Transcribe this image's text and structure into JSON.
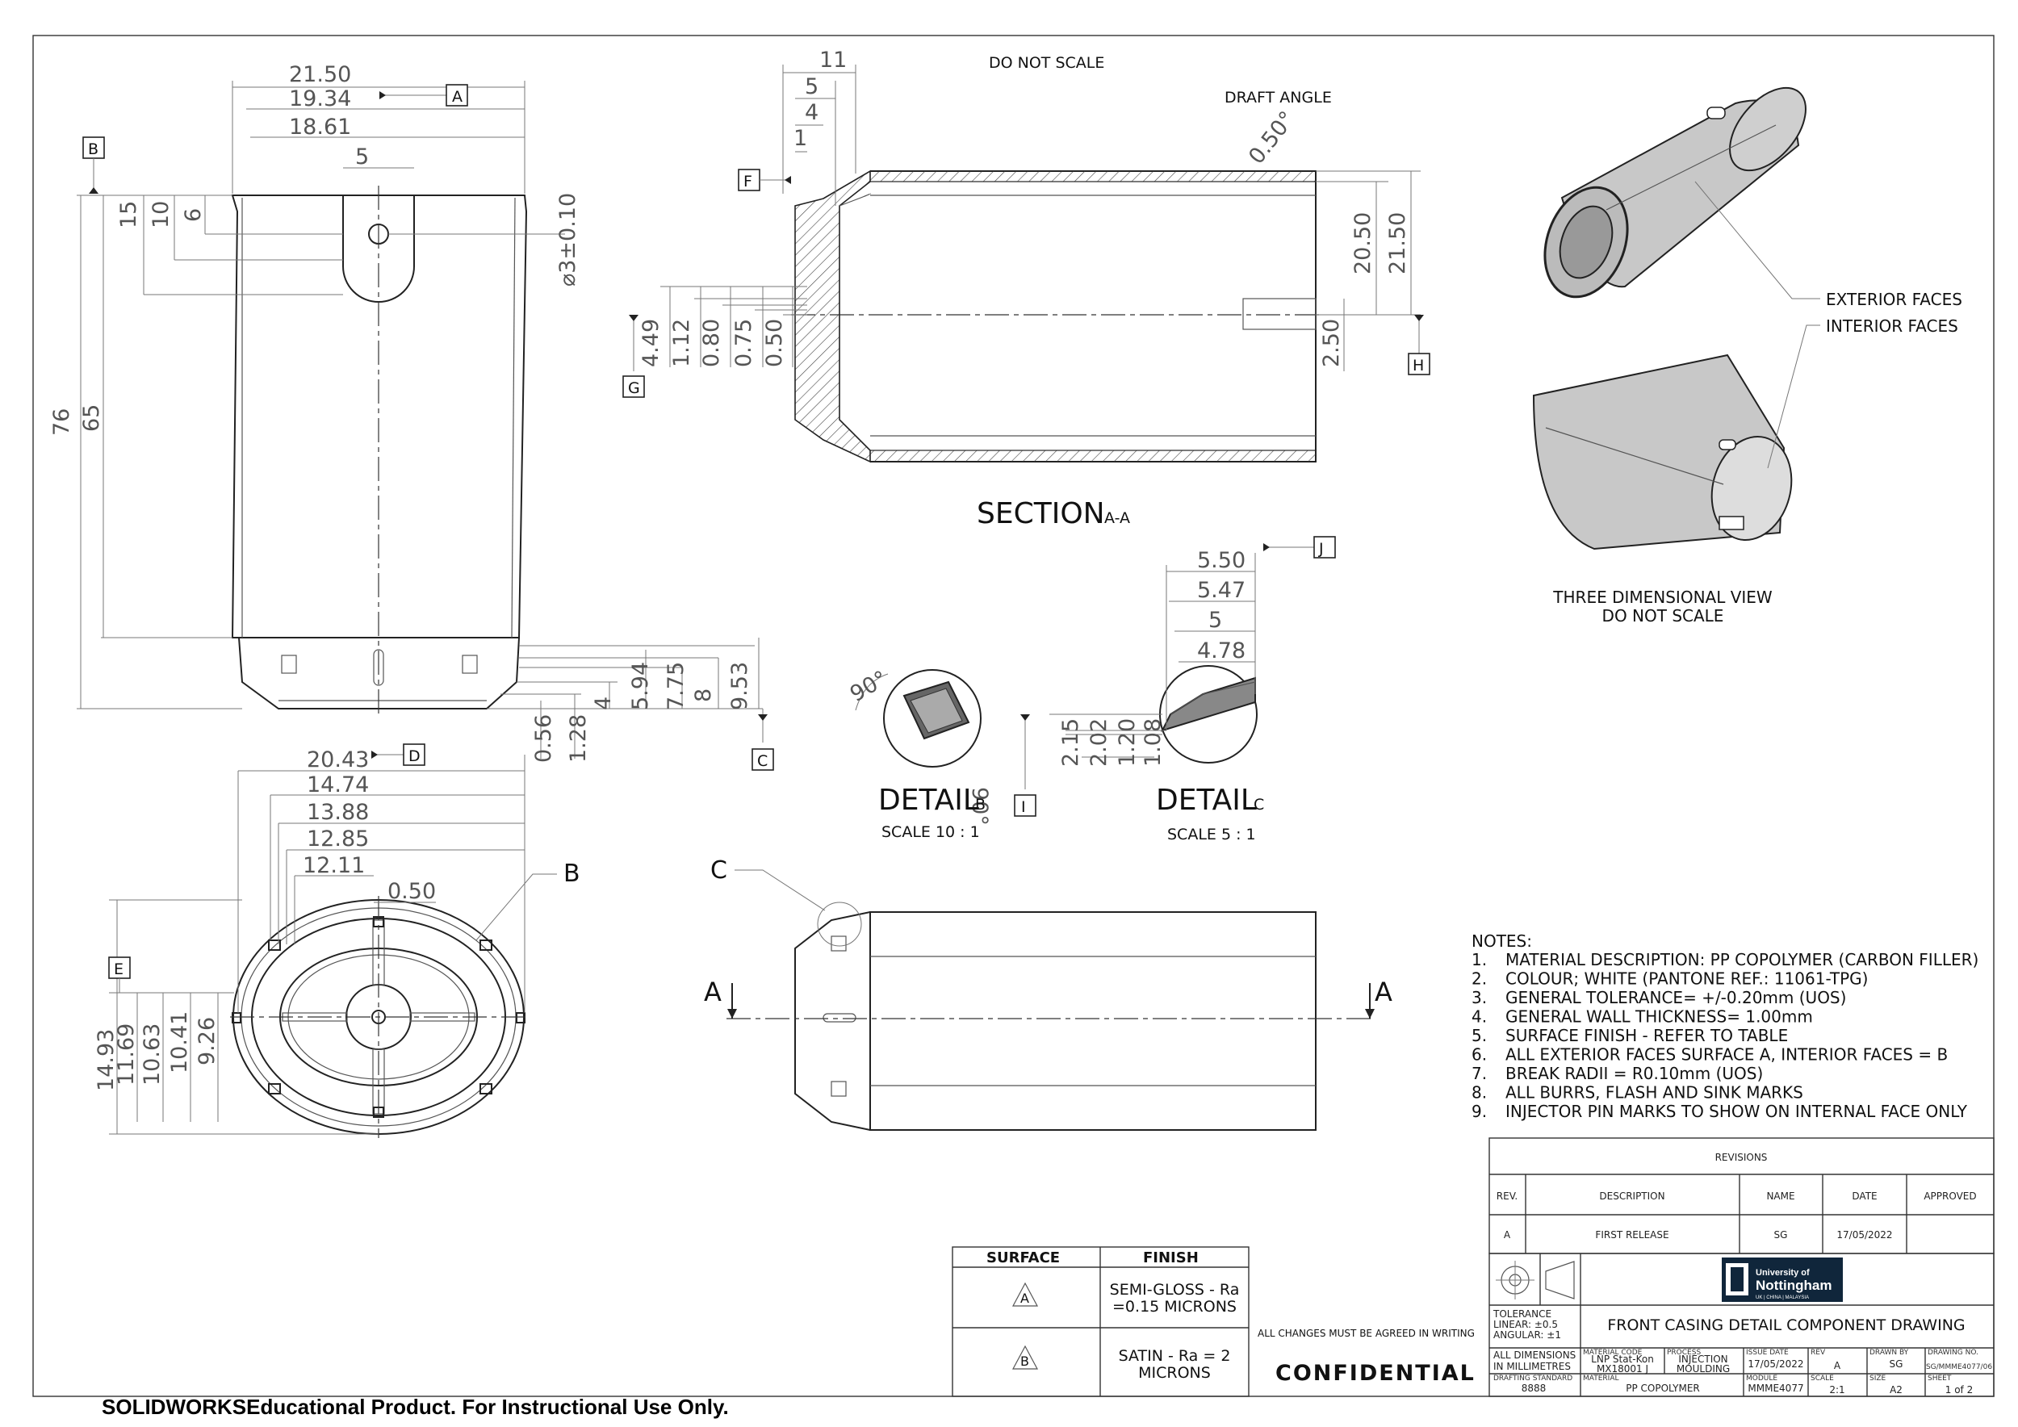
{
  "header": {
    "do_not_scale": "DO NOT SCALE",
    "draft_angle": "DRAFT ANGLE",
    "draft_angle_value": "0.50°"
  },
  "front_view": {
    "dims": {
      "w1": "21.50",
      "w2": "19.34",
      "w3": "18.61",
      "w4": "5",
      "h76": "76",
      "h65": "65",
      "h15": "15",
      "h10": "10",
      "h6": "6",
      "hole": "⌀3±0.10"
    },
    "bottom_dims": [
      "0.56",
      "1.28",
      "4",
      "5.94",
      "7.75",
      "8",
      "9.53"
    ],
    "labels": {
      "a": "A",
      "b": "B",
      "c": "C"
    }
  },
  "section": {
    "title": "SECTION",
    "title_suffix": "A-A",
    "top_dims": [
      "11",
      "5",
      "4",
      "1"
    ],
    "left_dims": [
      "4.49",
      "1.12",
      "0.80",
      "0.75",
      "0.50"
    ],
    "right_dims": [
      "20.50",
      "21.50",
      "2.50"
    ],
    "labels": {
      "f": "F",
      "g": "G",
      "h": "H"
    }
  },
  "detail_b": {
    "title": "DETAIL",
    "suffix": "B",
    "scale": "SCALE 10 : 1",
    "angle1": "90°",
    "angle2": "90°"
  },
  "detail_c": {
    "title": "DETAIL",
    "suffix": "C",
    "scale": "SCALE 5 : 1",
    "top_dims": [
      "5.50",
      "5.47",
      "5",
      "4.78"
    ],
    "left_dims": [
      "2.15",
      "2.02",
      "1.20",
      "1.08"
    ],
    "labels": {
      "i": "I",
      "j": "J"
    }
  },
  "end_view": {
    "dims": [
      "20.43",
      "14.74",
      "13.88",
      "12.85",
      "12.11",
      "0.50"
    ],
    "vdims": [
      "14.93",
      "11.69",
      "10.63",
      "10.41",
      "9.26"
    ],
    "labels": {
      "b": "B",
      "d": "D",
      "e": "E"
    }
  },
  "side_view": {
    "labels": {
      "c": "C",
      "a_left": "A",
      "a_right": "A"
    }
  },
  "iso": {
    "exterior": "EXTERIOR FACES",
    "interior": "INTERIOR FACES",
    "caption1": "THREE DIMENSIONAL VIEW",
    "caption2": "DO NOT SCALE"
  },
  "notes": {
    "heading": "NOTES:",
    "items": [
      "MATERIAL DESCRIPTION: PP COPOLYMER (CARBON FILLER)",
      "COLOUR; WHITE (PANTONE REF.: 11061-TPG)",
      "GENERAL TOLERANCE= +/-0.20mm (UOS)",
      "GENERAL WALL THICKNESS= 1.00mm",
      "SURFACE FINISH - REFER TO TABLE",
      "ALL EXTERIOR FACES SURFACE A, INTERIOR FACES = B",
      "BREAK RADII = R0.10mm (UOS)",
      "ALL BURRS, FLASH AND SINK MARKS",
      "INJECTOR PIN MARKS TO SHOW ON INTERNAL FACE ONLY"
    ]
  },
  "finish_table": {
    "headers": [
      "SURFACE",
      "FINISH"
    ],
    "rows": [
      {
        "symbol": "A",
        "finish_line1": "SEMI-GLOSS - Ra",
        "finish_line2": "=0.15 MICRONS"
      },
      {
        "symbol": "B",
        "finish_line1": "SATIN - Ra = 2",
        "finish_line2": "MICRONS"
      }
    ]
  },
  "changes_note": "ALL CHANGES MUST BE AGREED IN WRITING",
  "confidential": "CONFIDENTIAL",
  "revisions": {
    "title": "REVISIONS",
    "headers": [
      "REV.",
      "DESCRIPTION",
      "NAME",
      "DATE",
      "APPROVED"
    ],
    "rows": [
      [
        "A",
        "FIRST RELEASE",
        "SG",
        "17/05/2022",
        ""
      ]
    ]
  },
  "title_block": {
    "logo_line1": "University of",
    "logo_line2": "Nottingham",
    "logo_line3": "UK | CHINA | MALAYSIA",
    "tolerance": [
      "TOLERANCE",
      "LINEAR: ±0.5",
      "ANGULAR: ±1"
    ],
    "drawing_title": "FRONT CASING DETAIL COMPONENT DRAWING",
    "all_dims": [
      "ALL DIMENSIONS",
      "IN MILLIMETRES"
    ],
    "material_code_label": "MATERIAL CODE",
    "material_code": [
      "LNP Stat-Kon",
      "MX18001 J"
    ],
    "process_label": "PROCESS",
    "process": [
      "INJECTION",
      "MOULDING"
    ],
    "issue_date_label": "ISSUE DATE",
    "issue_date": "17/05/2022",
    "rev_label": "REV",
    "rev": "A",
    "drawn_by_label": "DRAWN BY",
    "drawn_by": "SG",
    "drawing_no_label": "DRAWING NO.",
    "drawing_no": "SG/MMME4077/06",
    "drafting_std_label": "DRAFTING STANDARD",
    "drafting_std": "8888",
    "material_label": "MATERIAL",
    "material": "PP COPOLYMER",
    "module_label": "MODULE",
    "module": "MMME4077",
    "scale_label": "SCALE",
    "scale": "2:1",
    "size_label": "SIZE",
    "size": "A2",
    "sheet_label": "SHEET",
    "sheet": "1 of 2"
  },
  "footer": "SOLIDWORKSEducational Product. For Instructional  Use Only."
}
